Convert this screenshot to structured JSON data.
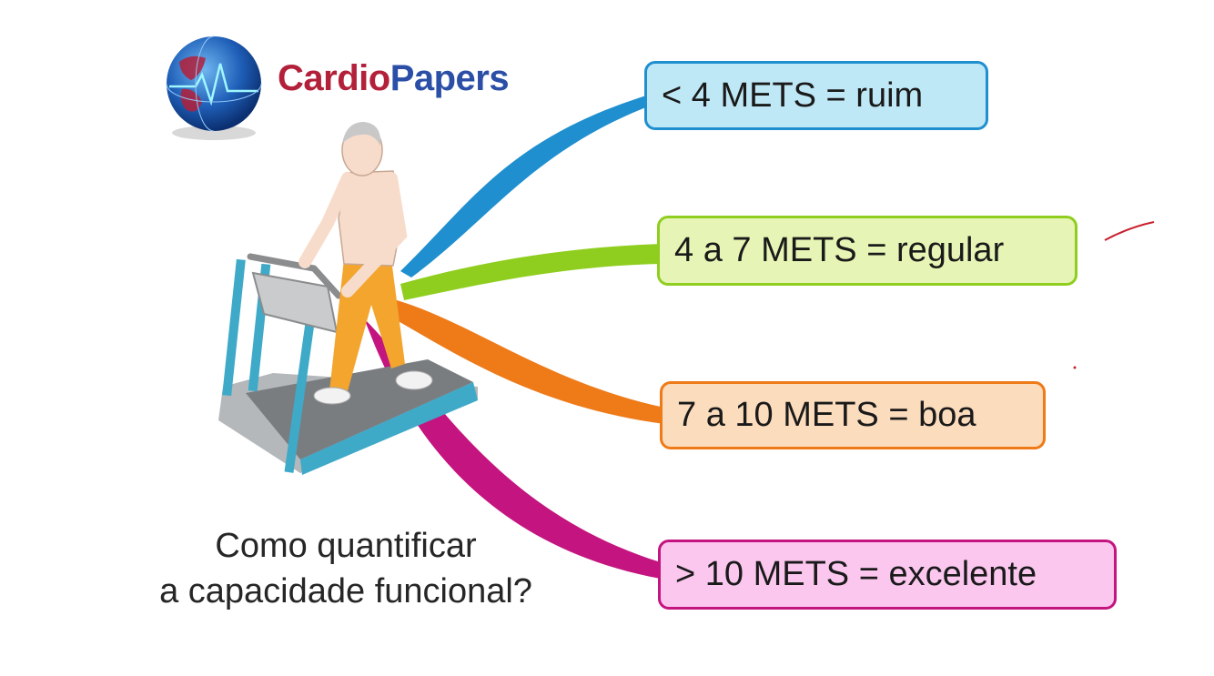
{
  "logo": {
    "brand_part1": "Cardio",
    "brand_part2": "Papers",
    "icon": "globe-heartbeat-icon"
  },
  "branches": [
    {
      "label": "< 4 METS = ruim",
      "color": "#1f8fcf",
      "fill": "#bfe8f7"
    },
    {
      "label": "4 a 7 METS = regular",
      "color": "#8fce1f",
      "fill": "#e6f5b5"
    },
    {
      "label": "7 a 10 METS = boa",
      "color": "#ee7a18",
      "fill": "#fbdcbc"
    },
    {
      "label": "> 10 METS = excelente",
      "color": "#c4147f",
      "fill": "#fbc7ef"
    }
  ],
  "central": {
    "illustration": "elderly-man-on-treadmill",
    "question_line1": "Como quantificar",
    "question_line2": "a capacidade funcional?"
  },
  "annotations": {
    "red_pen_mark": "red-stroke-mark"
  }
}
